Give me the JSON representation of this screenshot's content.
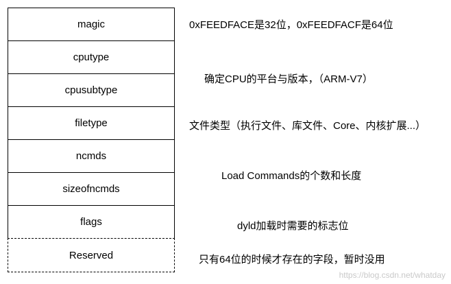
{
  "fields": [
    {
      "label": "magic"
    },
    {
      "label": "cputype"
    },
    {
      "label": "cpusubtype"
    },
    {
      "label": "filetype"
    },
    {
      "label": "ncmds"
    },
    {
      "label": "sizeofncmds"
    },
    {
      "label": "flags"
    },
    {
      "label": "Reserved",
      "style": "dashed"
    }
  ],
  "notes": {
    "magic": "0xFEEDFACE是32位，0xFEEDFACF是64位",
    "cpu": "确定CPU的平台与版本，（ARM-V7）",
    "filetype": "文件类型（执行文件、库文件、Core、内核扩展...）",
    "ncmds": "Load Commands的个数和长度",
    "flags": "dyld加载时需要的标志位",
    "reserved": "只有64位的时候才存在的字段，暂时没用"
  },
  "watermark": "https://blog.csdn.net/whatday"
}
